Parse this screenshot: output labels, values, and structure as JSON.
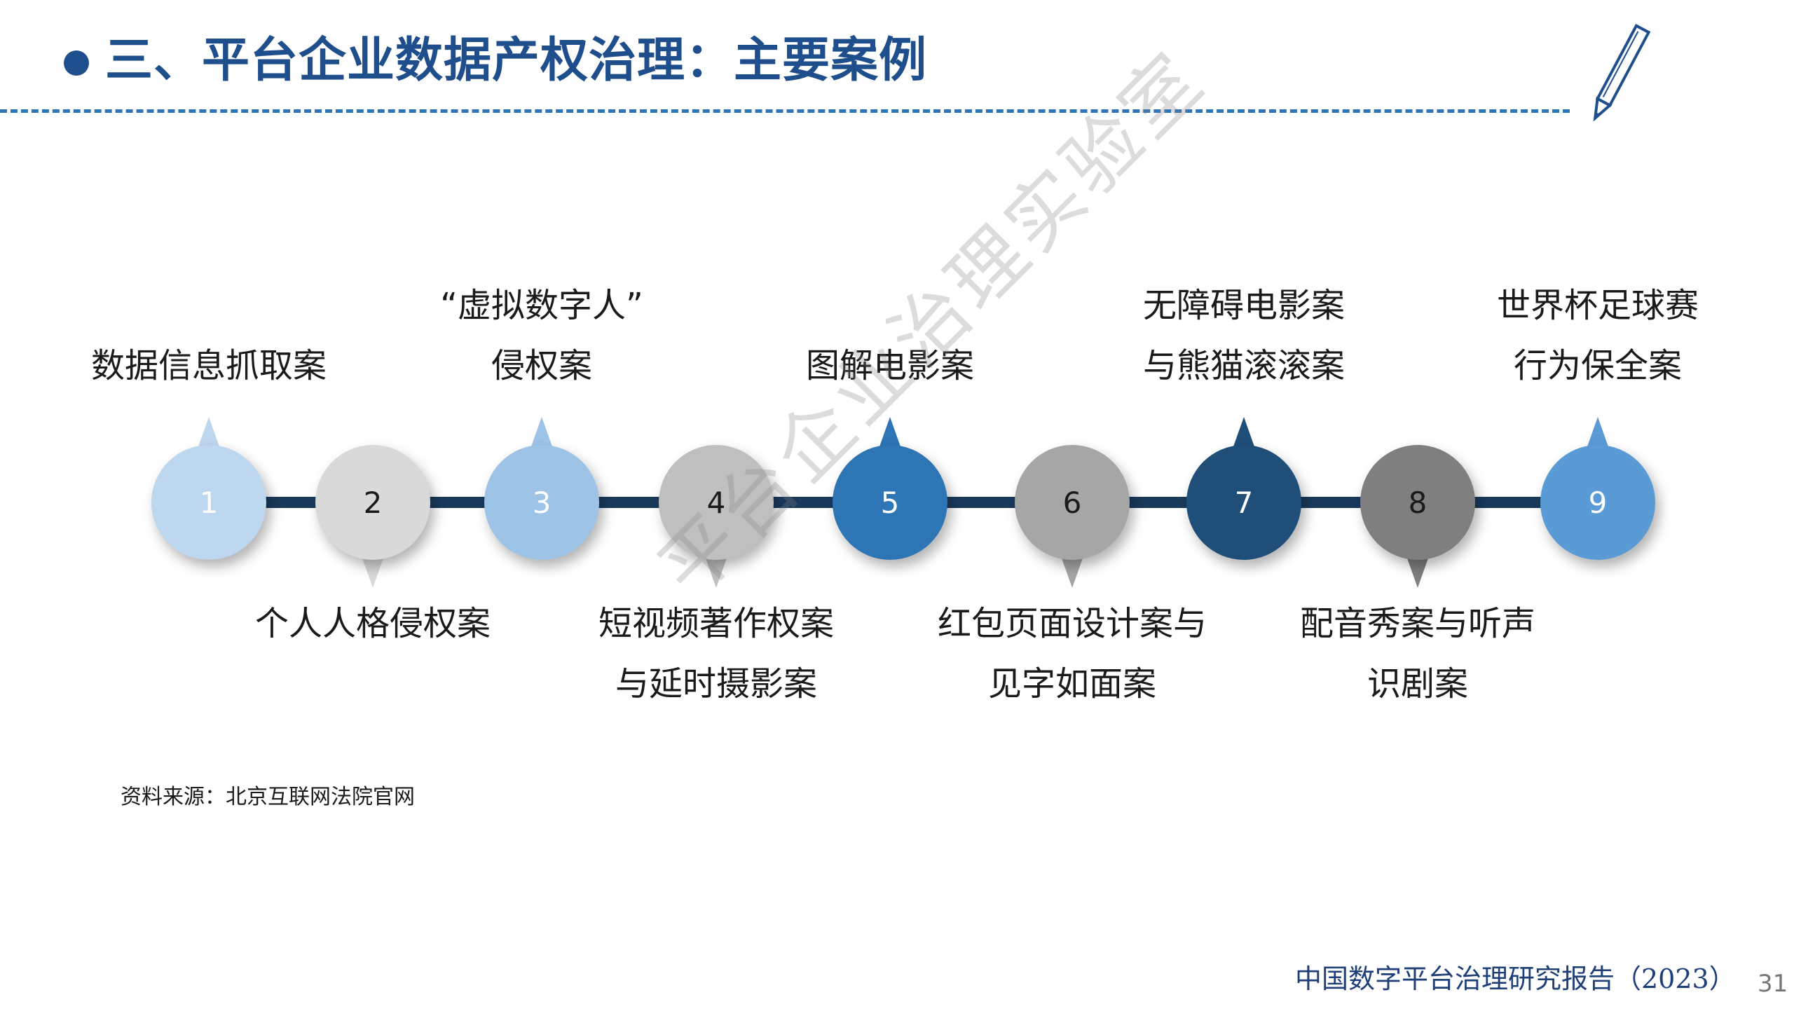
{
  "header": {
    "title": "三、平台企业数据产权治理：主要案例"
  },
  "cases": [
    {
      "number": "1",
      "lines": [
        "数据信息抓取案"
      ],
      "position": "up",
      "fill": "#bdd7ee",
      "text_color": "#ffffff"
    },
    {
      "number": "2",
      "lines": [
        "个人人格侵权案"
      ],
      "position": "down",
      "fill": "#d9d9d9",
      "text_color": "#1a1a1a"
    },
    {
      "number": "3",
      "lines": [
        "“虚拟数字人”",
        "侵权案"
      ],
      "position": "up",
      "fill": "#9dc3e6",
      "text_color": "#ffffff"
    },
    {
      "number": "4",
      "lines": [
        "短视频著作权案",
        "与延时摄影案"
      ],
      "position": "down",
      "fill": "#bfbfbf",
      "text_color": "#1a1a1a"
    },
    {
      "number": "5",
      "lines": [
        "图解电影案"
      ],
      "position": "up",
      "fill": "#2e75b6",
      "text_color": "#ffffff"
    },
    {
      "number": "6",
      "lines": [
        "红包页面设计案与",
        "见字如面案"
      ],
      "position": "down",
      "fill": "#a6a6a6",
      "text_color": "#1a1a1a"
    },
    {
      "number": "7",
      "lines": [
        "无障碍电影案",
        "与熊猫滚滚案"
      ],
      "position": "up",
      "fill": "#1f4e79",
      "text_color": "#ffffff"
    },
    {
      "number": "8",
      "lines": [
        "配音秀案与听声",
        "识剧案"
      ],
      "position": "down",
      "fill": "#7f7f7f",
      "text_color": "#1a1a1a"
    },
    {
      "number": "9",
      "lines": [
        "世界杯足球赛",
        "行为保全案"
      ],
      "position": "up",
      "fill": "#5b9bd5",
      "text_color": "#ffffff"
    }
  ],
  "source": "资料来源：北京互联网法院官网",
  "watermark": "平台企业治理实验室",
  "footer": {
    "report": "中国数字平台治理研究报告（2023）",
    "page": "31"
  },
  "icons": {
    "pen": "pen-icon"
  },
  "colors": {
    "accent": "#1f4e8c",
    "connector": "#1a3a5c"
  }
}
